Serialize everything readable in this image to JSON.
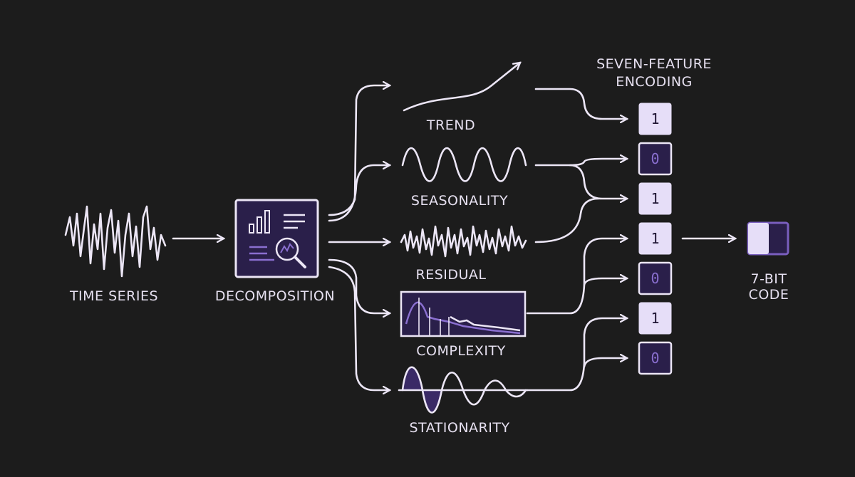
{
  "labels": {
    "time_series": "TIME SERIES",
    "decomposition": "DECOMPOSITION",
    "trend": "TREND",
    "seasonality": "SEASONALITY",
    "residual": "RESIDUAL",
    "complexity": "COMPLEXITY",
    "stationarity": "STATIONARITY",
    "encoding_line1": "SEVEN-FEATURE",
    "encoding_line2": "ENCODING",
    "code_line1": "7-BIT",
    "code_line2": "CODE"
  },
  "bits": [
    "1",
    "0",
    "1",
    "1",
    "0",
    "1",
    "0"
  ],
  "colors": {
    "background": "#1c1c1c",
    "stroke": "#ece6f6",
    "purple_dark": "#2a1f4a",
    "purple_accent": "#7a5fbf",
    "bit_on": "#e6def8"
  }
}
